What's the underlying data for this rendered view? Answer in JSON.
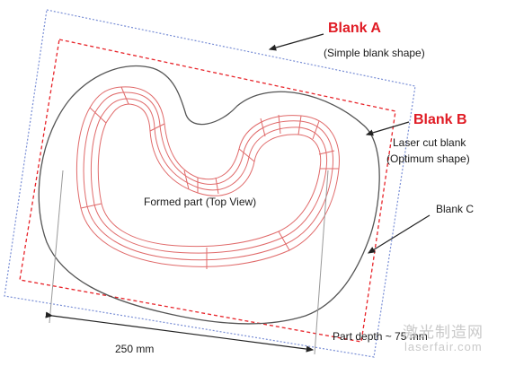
{
  "labels": {
    "blank_a": "Blank A",
    "blank_a_sub": "(Simple blank shape)",
    "blank_b": "Blank B",
    "blank_b_sub1": "Laser cut blank",
    "blank_b_sub2": "(Optimum shape)",
    "blank_c": "Blank C",
    "formed_part": "Formed part (Top View)",
    "width": "250 mm",
    "depth": "Part depth ~ 75 mm"
  },
  "watermark": {
    "cn": "激光制造网",
    "en": "laserfair.com"
  },
  "colors": {
    "blank_a_outline": "#7a8fd6",
    "blank_b_outline": "#e8242a",
    "blank_c_outline": "#555555",
    "formed_part_mesh": "#e06a6a",
    "label_red": "#e01b24"
  }
}
